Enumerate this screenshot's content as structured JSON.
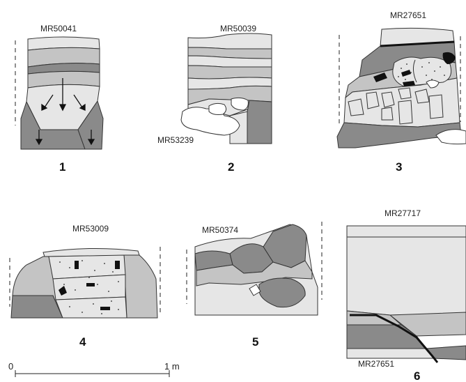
{
  "colors": {
    "light": "#e6e6e6",
    "mid": "#c4c4c4",
    "dark": "#8a8a8a",
    "white": "#ffffff",
    "black": "#111111"
  },
  "sections": [
    {
      "number": "1",
      "label": "MR50041"
    },
    {
      "number": "2",
      "label": "MR50039",
      "label2": "MR53239"
    },
    {
      "number": "3",
      "label": "MR27651"
    },
    {
      "number": "4",
      "label": "MR53009"
    },
    {
      "number": "5",
      "label": "MR50374"
    },
    {
      "number": "6",
      "label": "MR27717",
      "label2": "MR27651"
    }
  ],
  "scale": {
    "start": "0",
    "end": "1 m"
  }
}
